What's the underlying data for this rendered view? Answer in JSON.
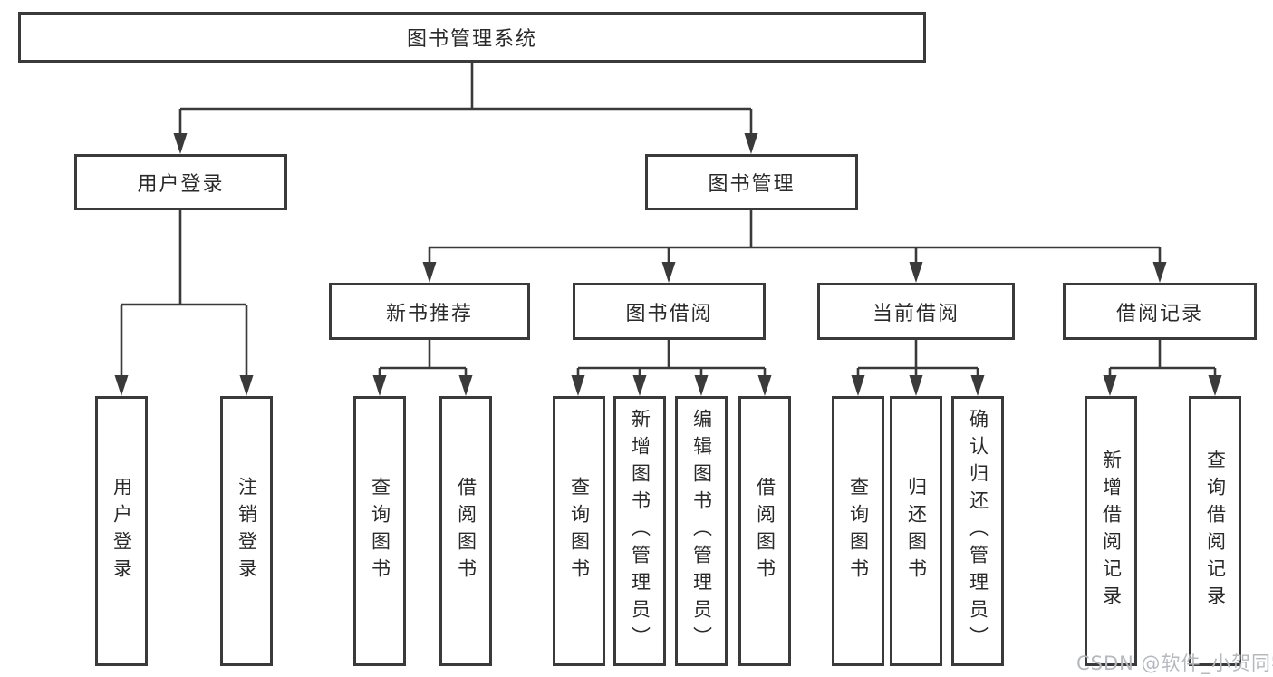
{
  "diagram": {
    "title": "图书管理系统",
    "nodes": {
      "root": {
        "label": "图书管理系统"
      },
      "branches": [
        {
          "label": "用户登录",
          "parent": "图书管理系统"
        },
        {
          "label": "图书管理",
          "parent": "图书管理系统"
        }
      ],
      "sections": [
        {
          "label": "新书推荐",
          "parent": "图书管理"
        },
        {
          "label": "图书借阅",
          "parent": "图书管理"
        },
        {
          "label": "当前借阅",
          "parent": "图书管理"
        },
        {
          "label": "借阅记录",
          "parent": "图书管理"
        }
      ],
      "leaves": [
        {
          "label": "用户登录",
          "parent": "用户登录"
        },
        {
          "label": "注销登录",
          "parent": "用户登录"
        },
        {
          "label": "查询图书",
          "parent": "新书推荐"
        },
        {
          "label": "借阅图书",
          "parent": "新书推荐"
        },
        {
          "label": "查询图书",
          "parent": "图书借阅"
        },
        {
          "label": "新增图书（管理员）",
          "parent": "图书借阅"
        },
        {
          "label": "编辑图书（管理员）",
          "parent": "图书借阅"
        },
        {
          "label": "借阅图书",
          "parent": "图书借阅"
        },
        {
          "label": "查询图书",
          "parent": "当前借阅"
        },
        {
          "label": "归还图书",
          "parent": "当前借阅"
        },
        {
          "label": "确认归还（管理员）",
          "parent": "当前借阅"
        },
        {
          "label": "新增借阅记录",
          "parent": "借阅记录"
        },
        {
          "label": "查询借阅记录",
          "parent": "借阅记录"
        }
      ]
    },
    "colors": {
      "line": "#3a3a3a",
      "text": "#2a2a2a",
      "background": "#ffffff",
      "watermark_text": "#b5b9be"
    }
  },
  "watermark": {
    "text": "CSDN @软件_小贺同学"
  }
}
